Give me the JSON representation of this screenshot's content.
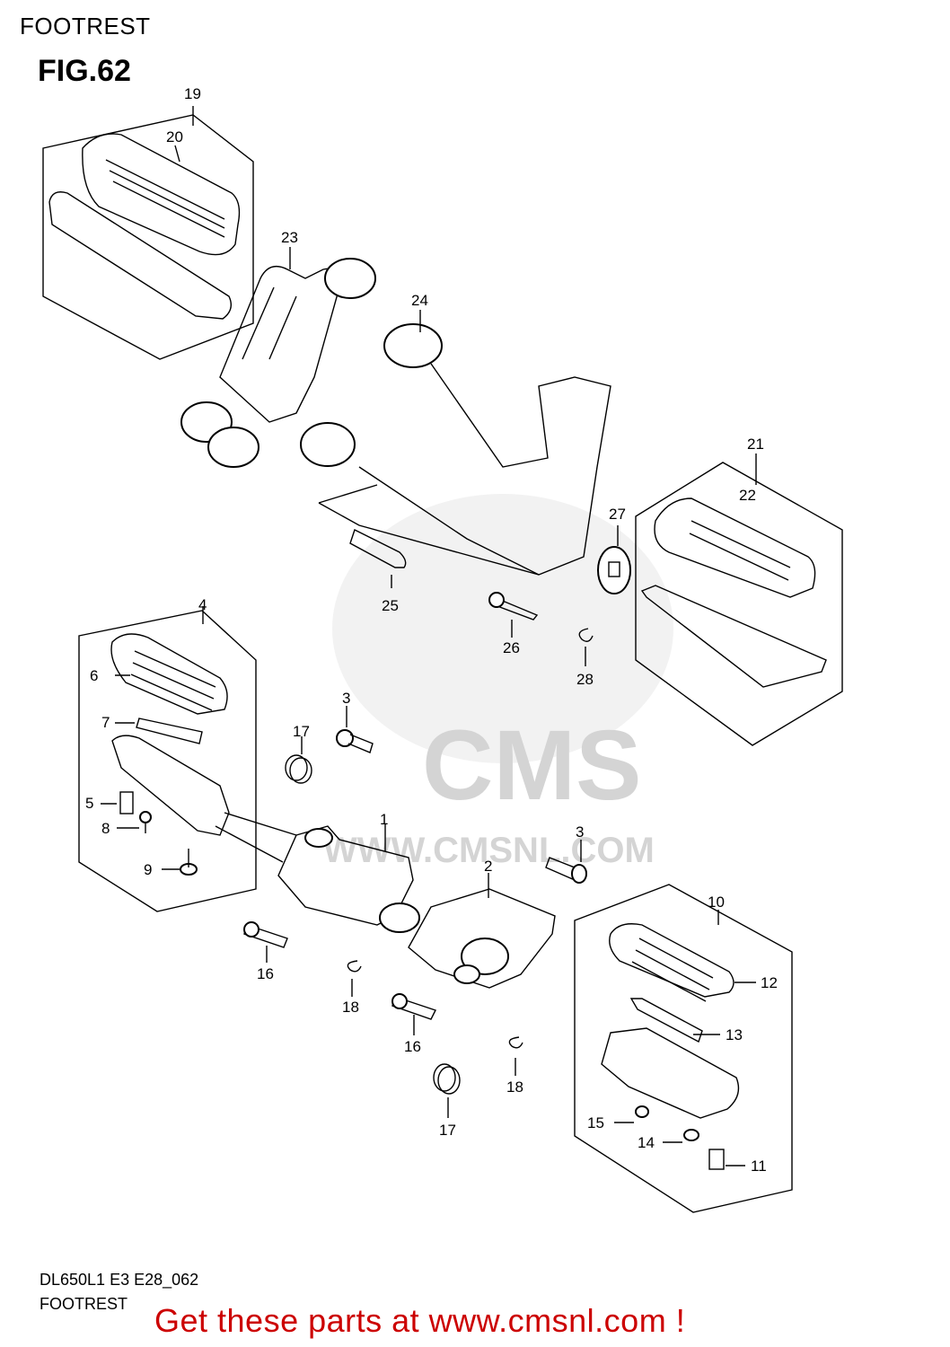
{
  "header": {
    "title": "FOOTREST"
  },
  "figure": {
    "label": "FIG.62"
  },
  "watermark": {
    "brand": "CMS",
    "url": "WWW.CMSNL.COM"
  },
  "parts": [
    {
      "id": "1",
      "label": "1"
    },
    {
      "id": "2",
      "label": "2"
    },
    {
      "id": "3a",
      "label": "3"
    },
    {
      "id": "3b",
      "label": "3"
    },
    {
      "id": "4",
      "label": "4"
    },
    {
      "id": "5",
      "label": "5"
    },
    {
      "id": "6",
      "label": "6"
    },
    {
      "id": "7",
      "label": "7"
    },
    {
      "id": "8",
      "label": "8"
    },
    {
      "id": "9",
      "label": "9"
    },
    {
      "id": "10",
      "label": "10"
    },
    {
      "id": "11",
      "label": "11"
    },
    {
      "id": "12",
      "label": "12"
    },
    {
      "id": "13",
      "label": "13"
    },
    {
      "id": "14",
      "label": "14"
    },
    {
      "id": "15",
      "label": "15"
    },
    {
      "id": "16a",
      "label": "16"
    },
    {
      "id": "16b",
      "label": "16"
    },
    {
      "id": "17a",
      "label": "17"
    },
    {
      "id": "17b",
      "label": "17"
    },
    {
      "id": "18a",
      "label": "18"
    },
    {
      "id": "18b",
      "label": "18"
    },
    {
      "id": "19",
      "label": "19"
    },
    {
      "id": "20",
      "label": "20"
    },
    {
      "id": "21",
      "label": "21"
    },
    {
      "id": "22",
      "label": "22"
    },
    {
      "id": "23",
      "label": "23"
    },
    {
      "id": "24",
      "label": "24"
    },
    {
      "id": "25",
      "label": "25"
    },
    {
      "id": "26",
      "label": "26"
    },
    {
      "id": "27",
      "label": "27"
    },
    {
      "id": "28",
      "label": "28"
    }
  ],
  "footer": {
    "code": "DL650L1 E3 E28_062",
    "title": "FOOTREST",
    "cta": "Get these parts at www.cmsnl.com !",
    "cta_color": "#cc0000"
  }
}
